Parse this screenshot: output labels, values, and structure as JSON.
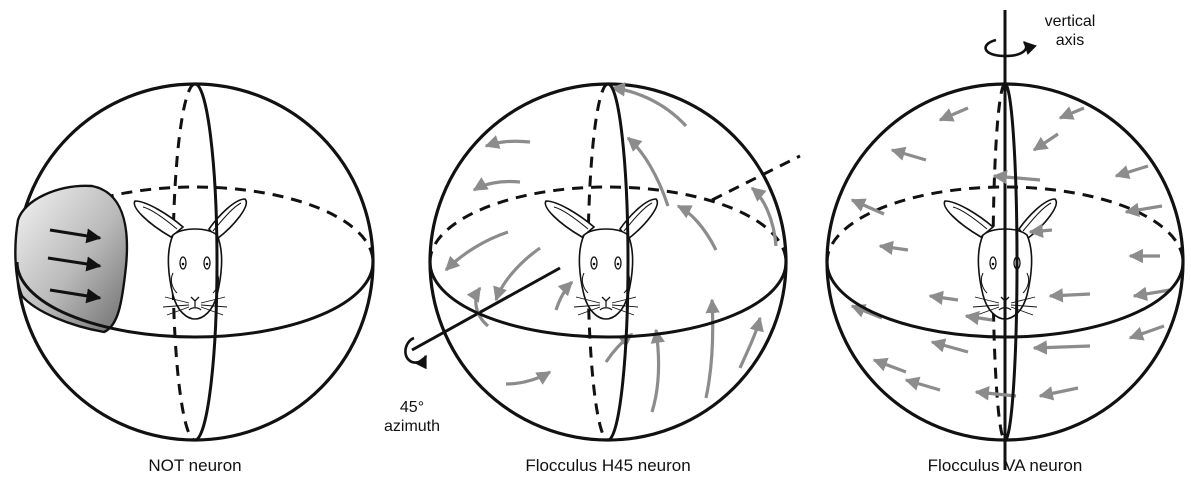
{
  "panels": [
    {
      "caption": "NOT neuron"
    },
    {
      "caption": "Flocculus H45 neuron"
    },
    {
      "caption": "Flocculus VA neuron"
    }
  ],
  "annotations": {
    "azimuth_line1": "45°",
    "azimuth_line2": "azimuth",
    "vertical_line1": "vertical",
    "vertical_line2": "axis"
  },
  "colors": {
    "outline": "#111111",
    "flow_arrows": "#8c8c8c",
    "receptive_field": "#9a9a9a"
  }
}
